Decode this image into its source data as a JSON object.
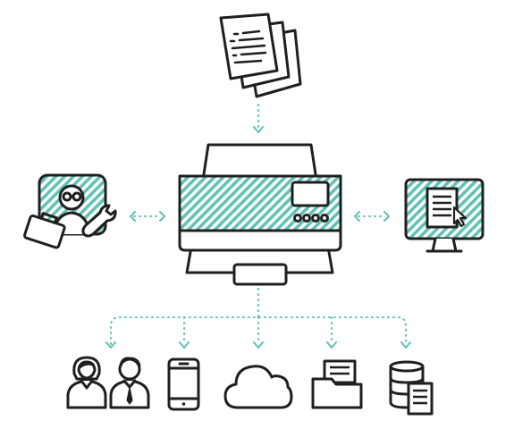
{
  "colors": {
    "ink": "#1f1f1f",
    "accent": "#5cc4b4",
    "connector": "#5cc4b4",
    "background": "#ffffff"
  },
  "diagram": {
    "hub": {
      "icon": "scanner-printer-icon"
    },
    "input": {
      "icon": "paper-documents-icon"
    },
    "left_node": {
      "icon": "support-technician-icon"
    },
    "right_node": {
      "icon": "monitor-document-icon"
    },
    "destinations": [
      {
        "icon": "users-icon"
      },
      {
        "icon": "smartphone-icon"
      },
      {
        "icon": "cloud-icon"
      },
      {
        "icon": "folder-icon"
      },
      {
        "icon": "database-document-icon"
      }
    ],
    "connections": [
      {
        "from": "paper-documents-icon",
        "to": "scanner-printer-icon",
        "style": "dotted-arrow"
      },
      {
        "from": "scanner-printer-icon",
        "to": "support-technician-icon",
        "style": "dotted-double-arrow"
      },
      {
        "from": "scanner-printer-icon",
        "to": "monitor-document-icon",
        "style": "dotted-double-arrow"
      },
      {
        "from": "scanner-printer-icon",
        "to": "users-icon",
        "style": "dotted-arrow"
      },
      {
        "from": "scanner-printer-icon",
        "to": "smartphone-icon",
        "style": "dotted-arrow"
      },
      {
        "from": "scanner-printer-icon",
        "to": "cloud-icon",
        "style": "dotted-arrow"
      },
      {
        "from": "scanner-printer-icon",
        "to": "folder-icon",
        "style": "dotted-arrow"
      },
      {
        "from": "scanner-printer-icon",
        "to": "database-document-icon",
        "style": "dotted-arrow"
      }
    ]
  }
}
